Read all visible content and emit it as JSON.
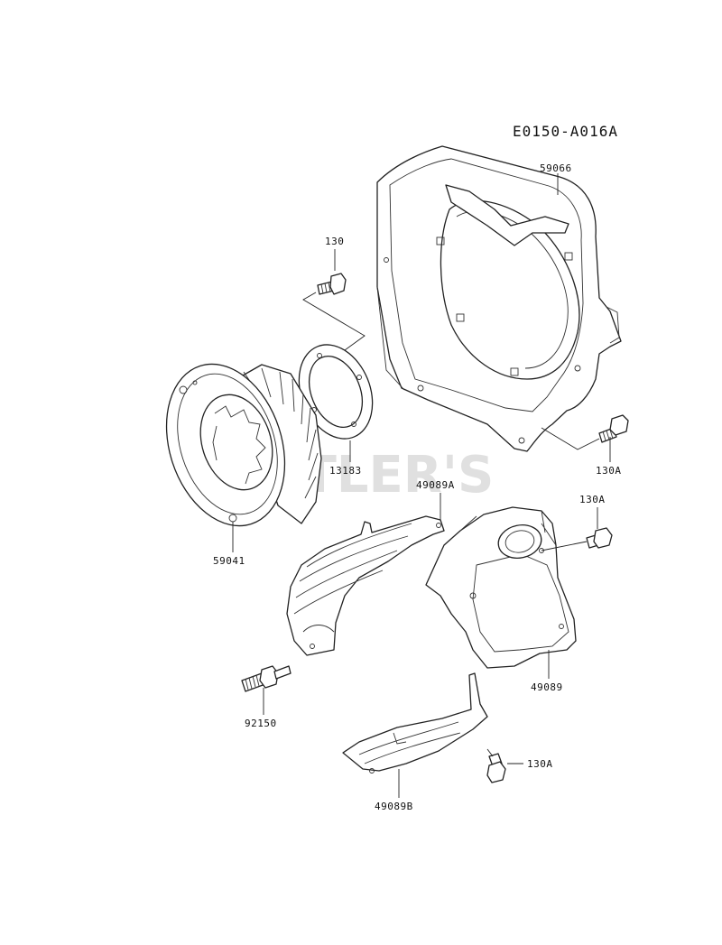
{
  "diagram_code": "E0150-A016A",
  "watermark": "CUTLER'S",
  "parts": {
    "shroud": "59066",
    "bolt_top": "130",
    "gasket": "13183",
    "fan": "59041",
    "bolt_right": "130A",
    "cover_upper": "49089A",
    "bolt_mid_right": "130A",
    "cover_main": "49089",
    "stud": "92150",
    "cover_lower": "49089B",
    "bolt_lower": "130A"
  }
}
